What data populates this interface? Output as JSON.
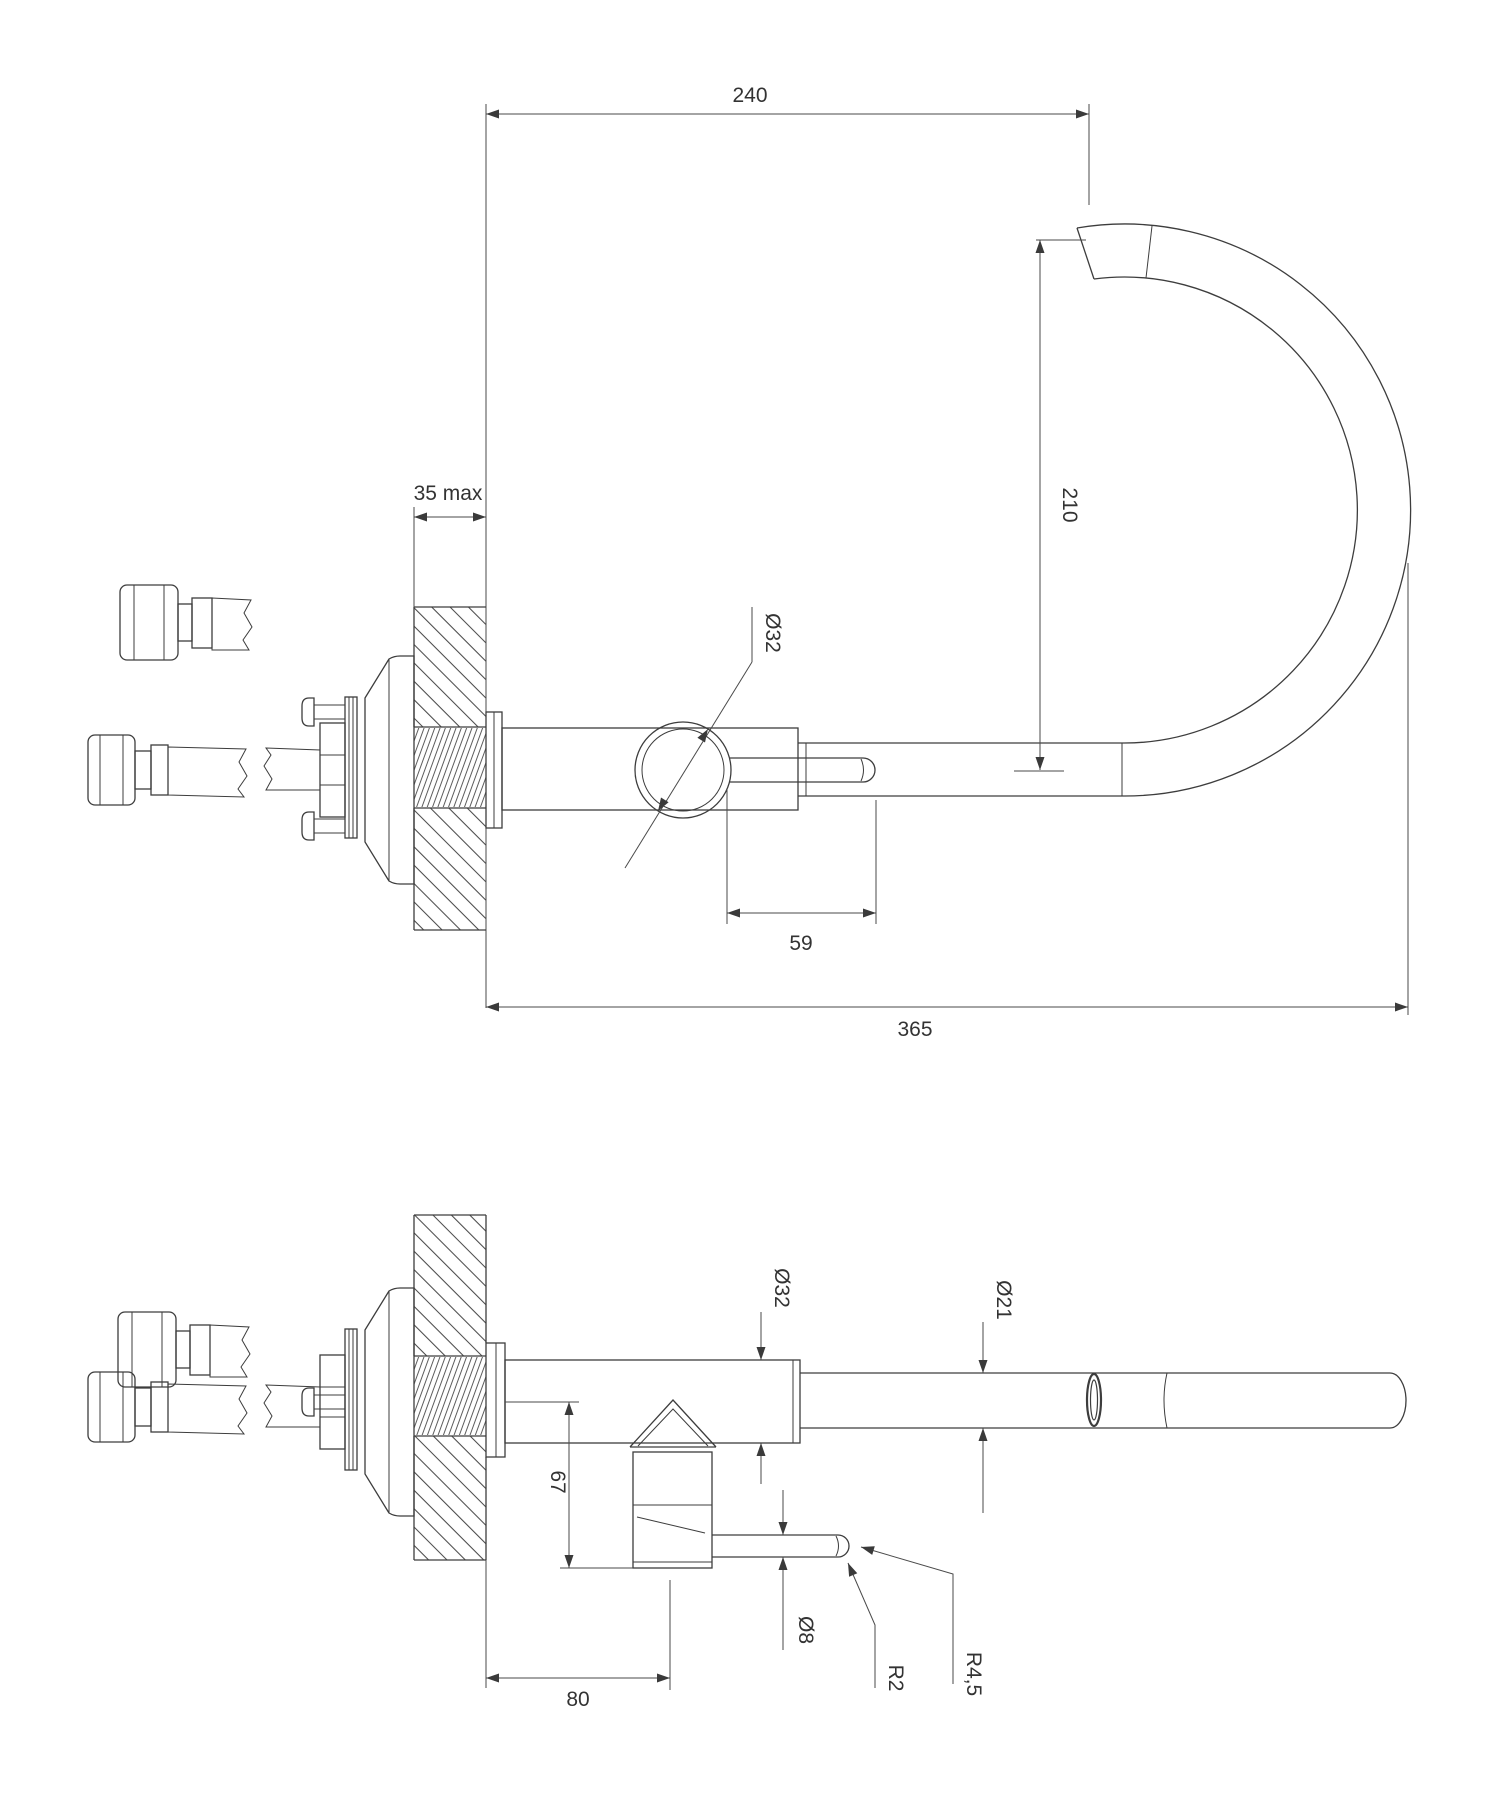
{
  "drawing": {
    "type": "technical-installation-drawing",
    "subject": "wall-mounted single-lever faucet with gooseneck spout",
    "colors": {
      "line": "#3d3d3d",
      "text": "#333333",
      "background": "#ffffff"
    },
    "views": {
      "top": {
        "name": "side elevation view",
        "dimensions": {
          "d240": "240",
          "d210": "210",
          "d35": "35 max",
          "d32": "Ø32",
          "d59": "59",
          "d365": "365"
        }
      },
      "bottom": {
        "name": "plan view",
        "dimensions": {
          "d32": "Ø32",
          "d21": "Ø21",
          "d67": "67",
          "d8": "Ø8",
          "d80": "80",
          "r2": "R2",
          "r45": "R4,5"
        }
      }
    }
  }
}
